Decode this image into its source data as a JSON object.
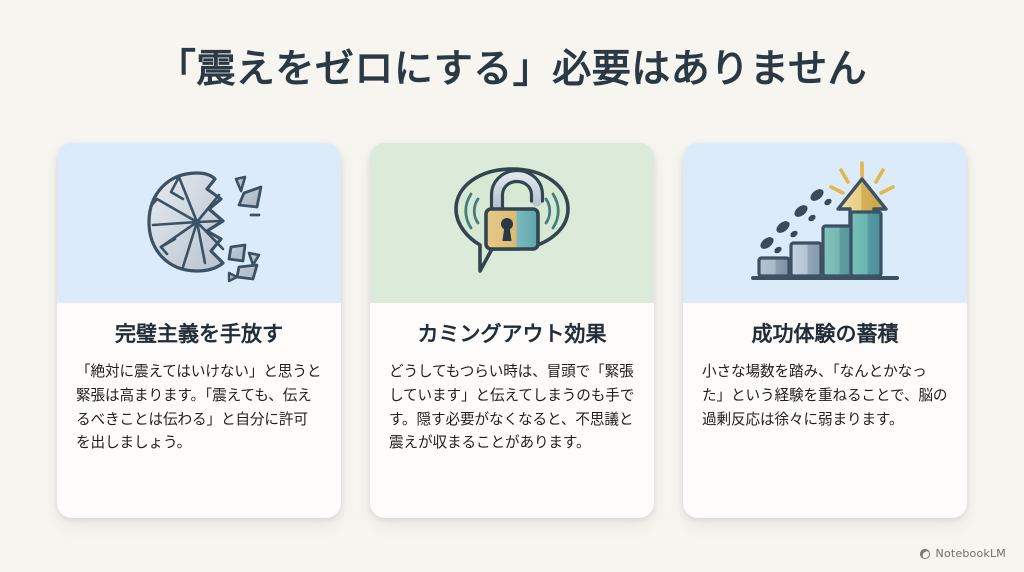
{
  "slide": {
    "title": "「震えをゼロにする」必要はありません",
    "background_color": "#f7f5f0",
    "title_color": "#2b3945"
  },
  "cards": [
    {
      "icon_name": "shattered-sphere-icon",
      "header_color": "#dcebfa",
      "title": "完璧主義を手放す",
      "text": "「絶対に震えてはいけない」と思うと緊張は高まります。「震えても、伝えるべきことは伝わる」と自分に許可を出しましょう。"
    },
    {
      "icon_name": "speech-bubble-unlocked-padlock-icon",
      "header_color": "#dbead9",
      "title": "カミングアウト効果",
      "text": "どうしてもつらい時は、冒頭で「緊張しています」と伝えてしまうのも手です。隠す必要がなくなると、不思議と震えが収まることがあります。"
    },
    {
      "icon_name": "ascending-bars-footsteps-arrow-icon",
      "header_color": "#dcebfa",
      "title": "成功体験の蓄積",
      "text": "小さな場数を踏み、「なんとかなった」という経験を重ねることで、脳の過剰反応は徐々に弱まります。"
    }
  ],
  "footer": {
    "brand_label": "NotebookLM",
    "brand_icon": "notebooklm-logo-icon"
  }
}
